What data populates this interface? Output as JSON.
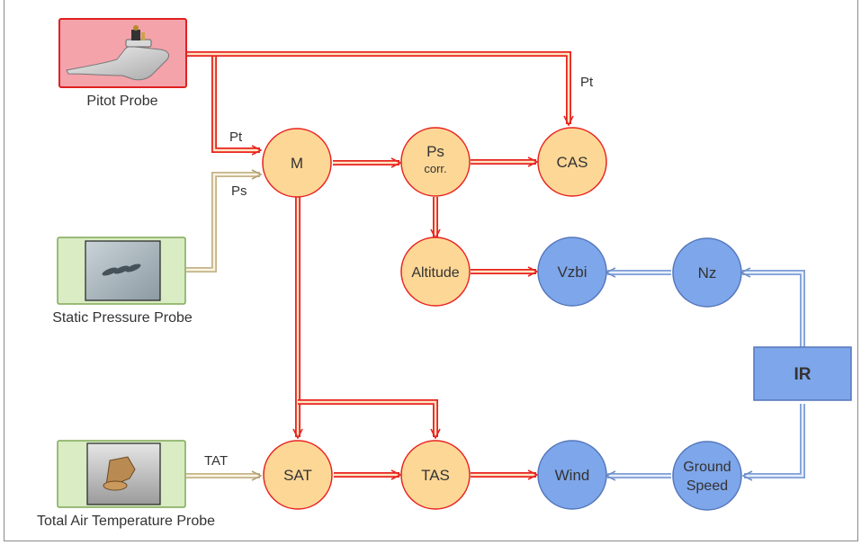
{
  "colors": {
    "pitot_box_fill": "#f4a3ab",
    "pitot_box_stroke": "#e02020",
    "probe_box_fill": "#d9ecc4",
    "probe_box_stroke": "#7fa856",
    "orange_node_fill": "#fdd796",
    "orange_node_stroke": "#e8231f",
    "blue_node_fill": "#7ea6ea",
    "blue_node_stroke": "#5577bb",
    "red_line": "#e8231f",
    "tan_line": "#c4b48a",
    "blue_line": "#7f9fd6"
  },
  "probes": {
    "pitot": {
      "label": "Pitot Probe"
    },
    "static": {
      "label": "Static Pressure Probe"
    },
    "tat": {
      "label": "Total Air Temperature Probe"
    }
  },
  "nodes": {
    "m": {
      "label": "M"
    },
    "ps_corr": {
      "label": "Ps",
      "sublabel": "corr."
    },
    "cas": {
      "label": "CAS"
    },
    "altitude": {
      "label": "Altitude"
    },
    "vzbi": {
      "label": "Vzbi"
    },
    "nz": {
      "label": "Nz"
    },
    "ir": {
      "label": "IR"
    },
    "sat": {
      "label": "SAT"
    },
    "tas": {
      "label": "TAS"
    },
    "wind": {
      "label": "Wind"
    },
    "ground_speed": {
      "label_line1": "Ground",
      "label_line2": "Speed"
    }
  },
  "edge_labels": {
    "pt_to_m": "Pt",
    "ps_to_m": "Ps",
    "pt_to_cas": "Pt",
    "tat_to_sat": "TAT"
  }
}
